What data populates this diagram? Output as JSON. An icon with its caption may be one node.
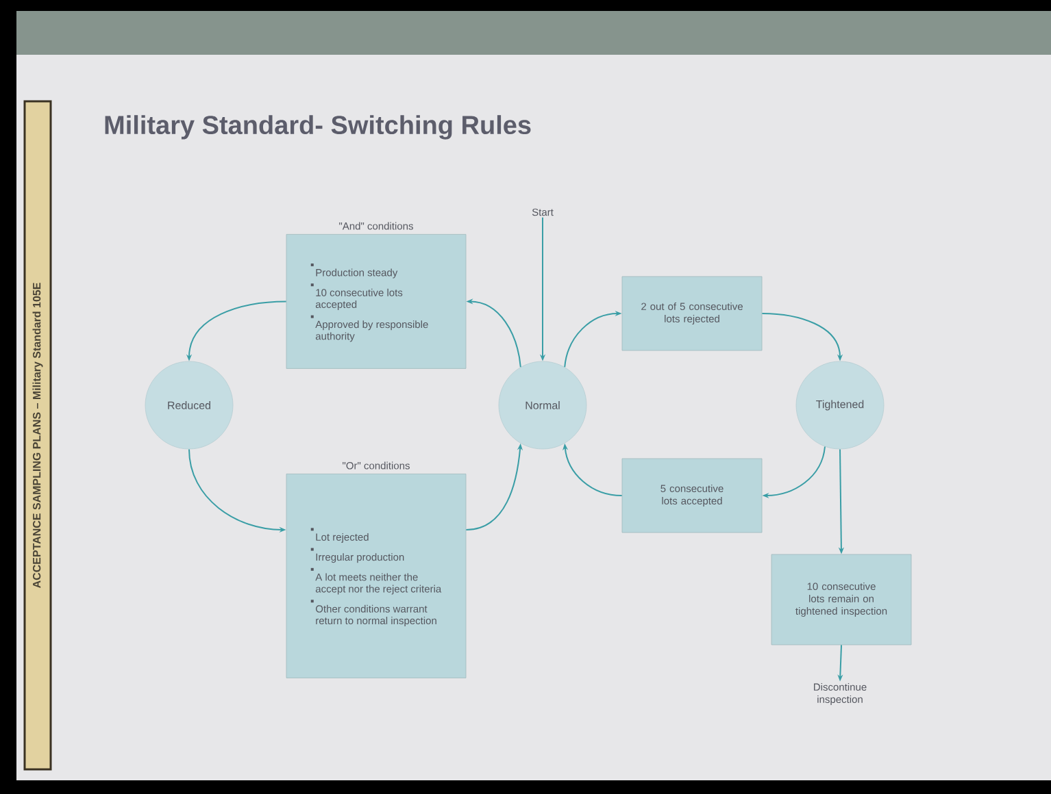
{
  "diagram": {
    "title": "Military Standard- Switching Rules",
    "nodes": [
      {
        "text": [
          "Start"
        ]
      },
      {
        "text": [
          "Reduced"
        ]
      },
      {
        "text": [
          "\"And\" conditions",
          "Production steady",
          "10 consecutive lots accepted",
          "Approved by responsible authority"
        ]
      },
      {
        "text": [
          "Normal"
        ]
      },
      {
        "text": [
          "2 out of 5 consecutive lots rejected"
        ]
      },
      {
        "text": [
          "Tightened"
        ]
      },
      {
        "text": [
          "\"Or\" conditions",
          "Lot rejected",
          "Irregular production",
          "A lot meets neither the accept nor the reject criteria",
          "Other conditions warrant return to normal inspection"
        ]
      },
      {
        "text": [
          "5 consecutive lots accepted"
        ]
      },
      {
        "text": [
          "10 consecutive lots remain on tightened inspection"
        ]
      },
      {
        "text": [
          "Discontinue inspection"
        ]
      }
    ],
    "edges": [
      {
        "from": 0,
        "to": 3,
        "arrow": "to"
      },
      {
        "from": 3,
        "to": 2,
        "arrow": "to"
      },
      {
        "from": 2,
        "to": 1,
        "arrow": "to"
      },
      {
        "from": 1,
        "to": 6,
        "arrow": "to"
      },
      {
        "from": 6,
        "to": 3,
        "arrow": "to"
      },
      {
        "from": 3,
        "to": 4,
        "arrow": "to"
      },
      {
        "from": 4,
        "to": 5,
        "arrow": "to"
      },
      {
        "from": 5,
        "to": 7,
        "arrow": "to"
      },
      {
        "from": 7,
        "to": 3,
        "arrow": "to"
      },
      {
        "from": 5,
        "to": 8,
        "arrow": "to"
      },
      {
        "from": 8,
        "to": 9,
        "arrow": "to"
      }
    ],
    "labels": [
      "ACCEPTANCE SAMPLING PLANS – Military Standard 105E"
    ]
  }
}
